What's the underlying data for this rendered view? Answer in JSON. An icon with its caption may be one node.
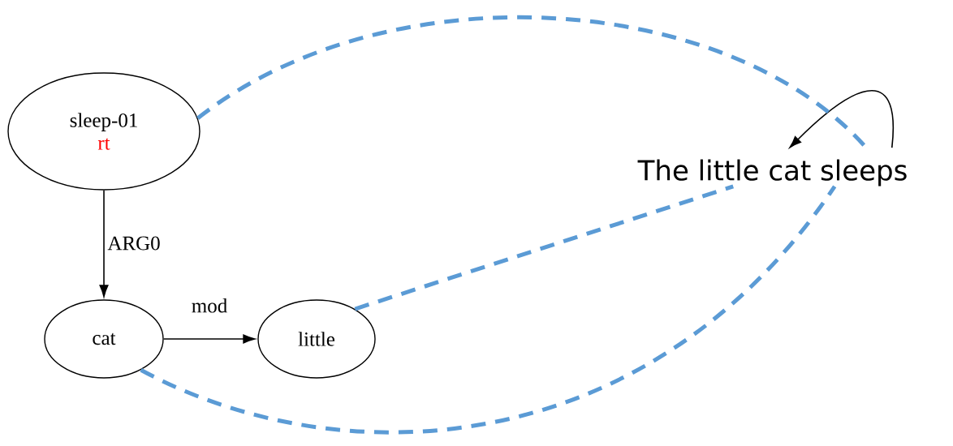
{
  "diagram": {
    "nodes": [
      {
        "text": [
          "sleep-01",
          "rt"
        ]
      },
      {
        "text": [
          "cat"
        ]
      },
      {
        "text": [
          "little"
        ]
      },
      {
        "text": [
          "The little cat sleeps"
        ]
      }
    ],
    "edges": [
      {
        "from": 0,
        "to": 1,
        "arrow": "to",
        "label": "ARG0"
      },
      {
        "from": 1,
        "to": 2,
        "arrow": "to",
        "label": "mod"
      },
      {
        "from": 3,
        "to": 3,
        "arrow": "to"
      },
      {
        "from": 0,
        "to": 3,
        "arrow": "none",
        "style": "dashed",
        "color": "#5b9bd5"
      },
      {
        "from": 2,
        "to": 3,
        "arrow": "none",
        "style": "dashed",
        "color": "#5b9bd5"
      },
      {
        "from": 1,
        "to": 3,
        "arrow": "none",
        "style": "dashed",
        "color": "#5b9bd5"
      }
    ]
  }
}
